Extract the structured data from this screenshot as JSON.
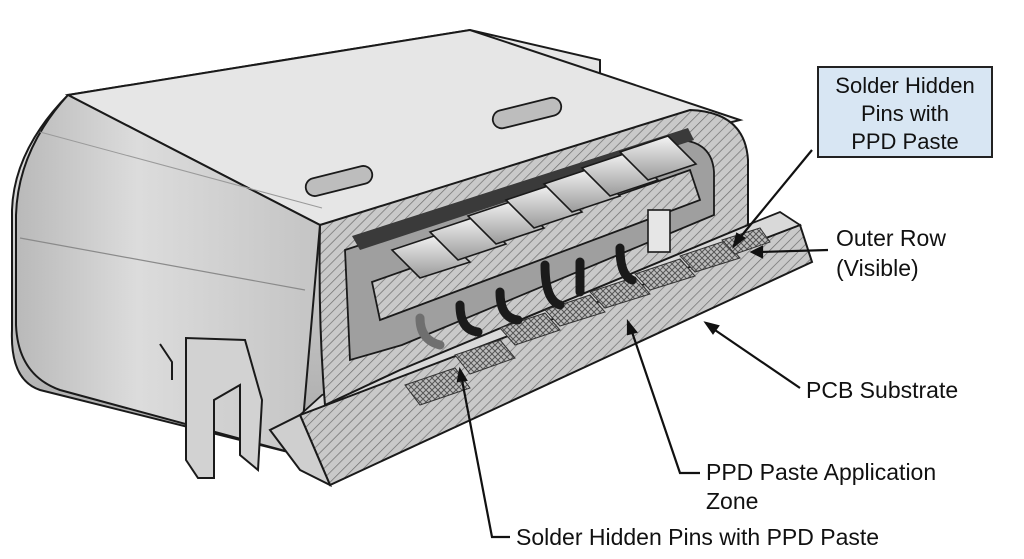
{
  "labels": {
    "callout": [
      "Solder Hidden",
      "Pins with",
      "PPD Paste"
    ],
    "outer_row": [
      "Outer Row",
      "(Visible)"
    ],
    "pcb_substrate": "PCB Substrate",
    "ppd_zone": [
      "PPD Paste Application",
      "Zone"
    ],
    "hidden_pins": "Solder Hidden Pins with PPD Paste"
  },
  "colors": {
    "callout_fill": "#d8e6f3",
    "housing": "#cfcfcf",
    "hatch": "#a9a9a9",
    "line": "#1a1a1a"
  }
}
